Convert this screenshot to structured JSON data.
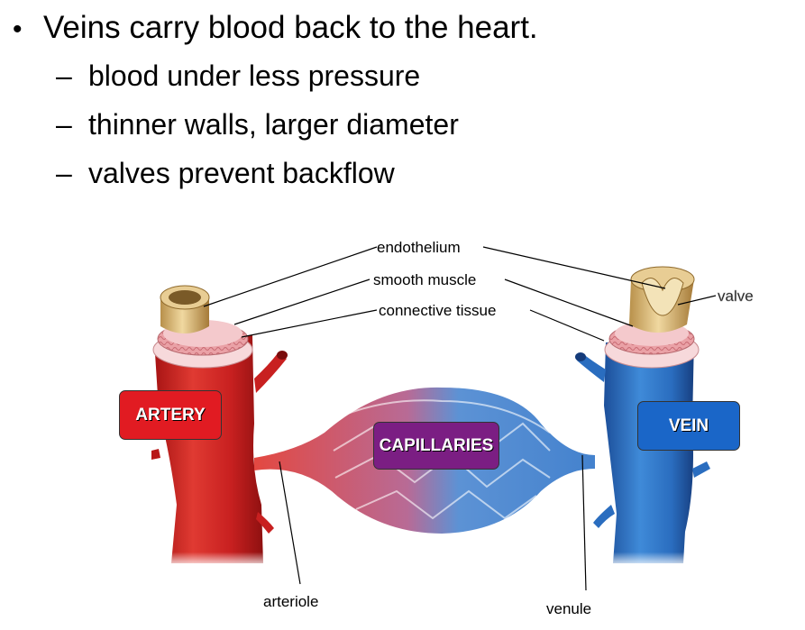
{
  "bullets": {
    "main": "Veins carry blood back to the heart.",
    "bullet_symbol": "•",
    "dash_symbol": "–",
    "sub": [
      "blood under less pressure",
      "thinner walls, larger diameter",
      "valves prevent backflow"
    ]
  },
  "diagram": {
    "labels": {
      "endothelium": "endothelium",
      "smooth_muscle": "smooth muscle",
      "connective_tissue": "connective tissue",
      "valve": "valve",
      "arteriole": "arteriole",
      "venule": "venule"
    },
    "tags": {
      "artery": "ARTERY",
      "capillaries": "CAPILLARIES",
      "vein": "VEIN"
    },
    "colors": {
      "artery": "#d42a2a",
      "vein": "#2f74c8",
      "capillaries_tag": "#7b1e83",
      "endothelium": "#d9b878",
      "smooth_muscle": "#e89aa0",
      "connective_tissue": "#f5d0d3",
      "valve_label": "#ffffff"
    }
  }
}
